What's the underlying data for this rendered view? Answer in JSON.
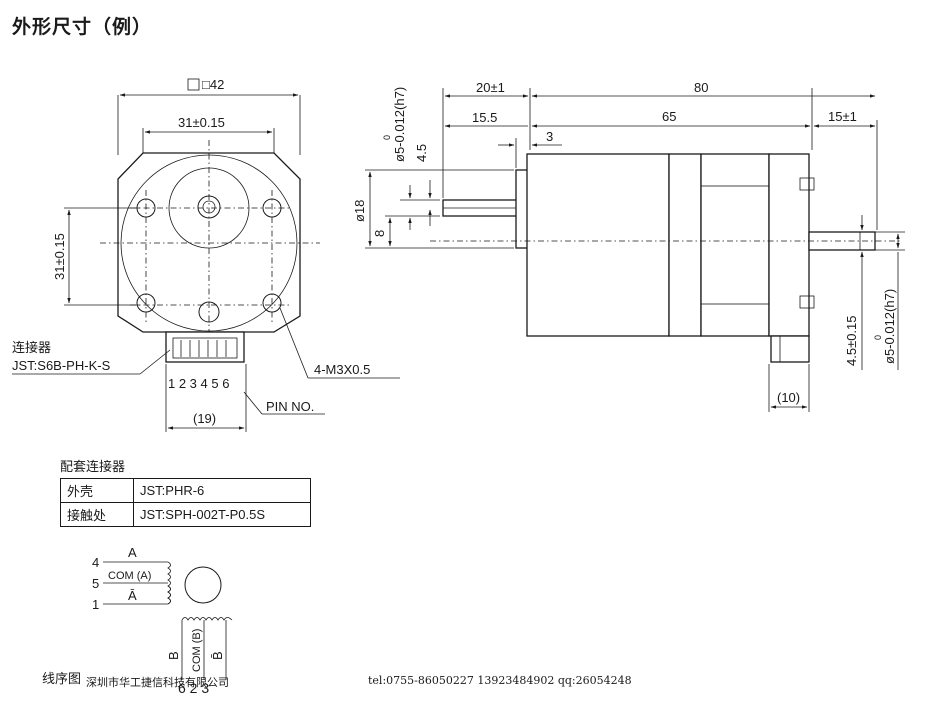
{
  "title": "外形尺寸（例）",
  "front_view": {
    "frame_label": "□42",
    "hole_pitch_h": "31±0.15",
    "hole_pitch_v": "31±0.15",
    "connector_label": "连接器",
    "connector_model": "JST:S6B-PH-K-S",
    "pins": "1 2 3 4 5 6",
    "pin_label": "PIN NO.",
    "pin_width": "(19)",
    "screw_label": "4-M3X0.5"
  },
  "side_view": {
    "dim_shaft_front": "20±1",
    "dim_total": "80",
    "dim_front_flat": "15.5",
    "dim_body": "65",
    "dim_rear_shaft": "15±1",
    "dim_boss": "3",
    "dim_flat": "4.5",
    "dim_shaft_dia_front": "ø5-0.012(h7)",
    "dim_shaft_dia_front_upper": "0",
    "dim_boss_dia": "ø18",
    "dim_8": "8",
    "dim_rear_flat": "4.5±0.15",
    "dim_shaft_dia_rear": "ø5-0.012(h7)",
    "dim_shaft_dia_rear_upper": "0",
    "dim_connector": "(10)"
  },
  "mating_table": {
    "title": "配套连接器",
    "rows": [
      {
        "name": "外壳",
        "value": "JST:PHR-6"
      },
      {
        "name": "接触处",
        "value": "JST:SPH-002T-P0.5S"
      }
    ]
  },
  "wiring": {
    "label_4": "4",
    "label_5": "5",
    "label_1": "1",
    "phase_a": "A",
    "com_a": "COM (A)",
    "phase_a_bar": "Ā",
    "phase_b": "B",
    "com_b": "COM (B)",
    "phase_b_bar": "B̄",
    "bottom_pins": "6 2 3",
    "caption": "线序图"
  },
  "footer": {
    "company": "深圳市华工捷信科技有限公司",
    "contact": "tel:0755-86050227   13923484902  qq:26054248"
  }
}
